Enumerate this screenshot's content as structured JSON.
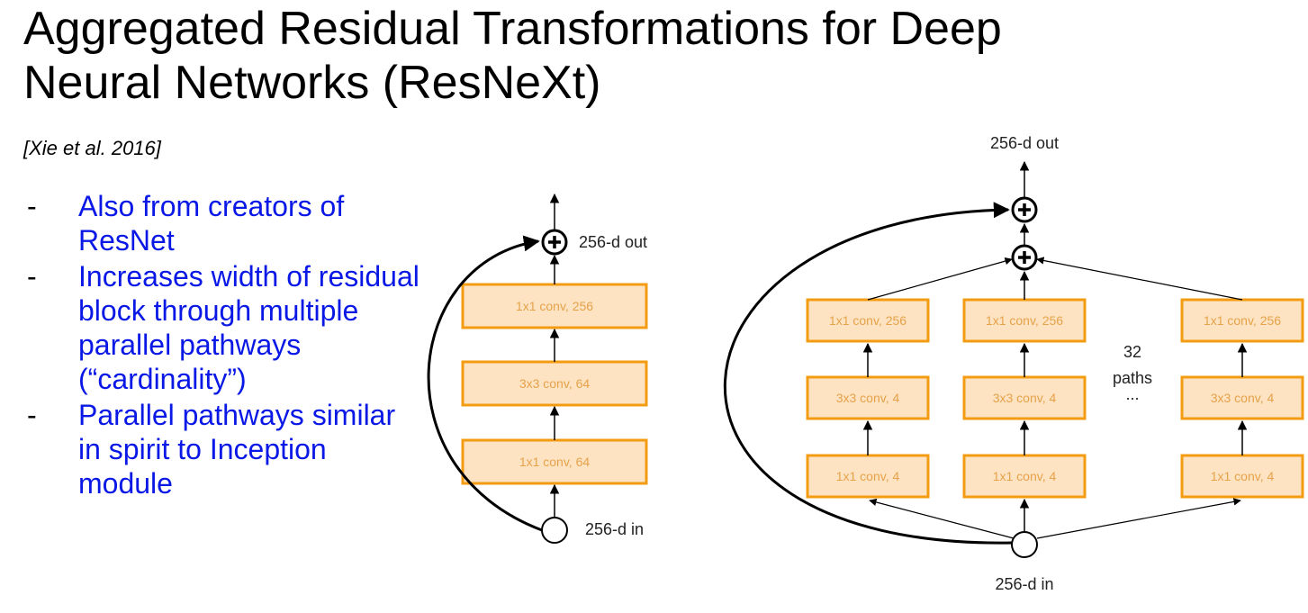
{
  "slide": {
    "title_line1": "Aggregated Residual Transformations for Deep",
    "title_line2": "Neural Networks (ResNeXt)",
    "citation": "[Xie et al. 2016]",
    "bullets": [
      {
        "dash": "-",
        "text": "Also from creators of ResNet"
      },
      {
        "dash": "-",
        "text": "Increases width of residual block through multiple parallel pathways (“cardinality”)"
      },
      {
        "dash": "-",
        "text": "Parallel pathways similar in spirit to Inception module"
      }
    ]
  },
  "resnet_block": {
    "out_label": "256-d out",
    "in_label": "256-d in",
    "layers": [
      "1x1 conv, 256",
      "3x3 conv, 64",
      "1x1 conv, 64"
    ]
  },
  "resnext_block": {
    "out_label": "256-d out",
    "in_label": "256-d in",
    "paths_count": "32",
    "paths_word": "paths",
    "ellipsis": "...",
    "path_layers": [
      "1x1 conv, 256",
      "3x3 conv, 4",
      "1x1 conv, 4"
    ]
  },
  "colors": {
    "box_fill": "#fde3c2",
    "box_stroke": "#f39c12",
    "box_text": "#e6a24a",
    "bullet_text": "#0a18e6"
  }
}
